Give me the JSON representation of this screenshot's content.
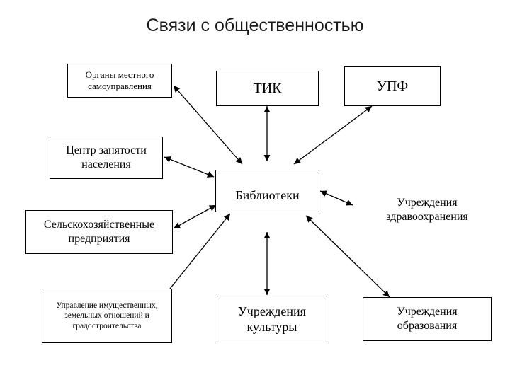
{
  "title": "Связи с общественностью",
  "nodes": {
    "organy": "Органы местного самоуправления",
    "tik": "ТИК",
    "upf": "УПФ",
    "czn": "Центр занятости населения",
    "biblioteki": "Библиотеки",
    "zdrav": "Учреждения здравоохранения",
    "selhoz": "Сельскохозяйственные предприятия",
    "upravlenie": "Управление имущественных, земельных отношений и градостроительства",
    "kultura": "Учреждения культуры",
    "obrazovanie": "Учреждения образования"
  }
}
